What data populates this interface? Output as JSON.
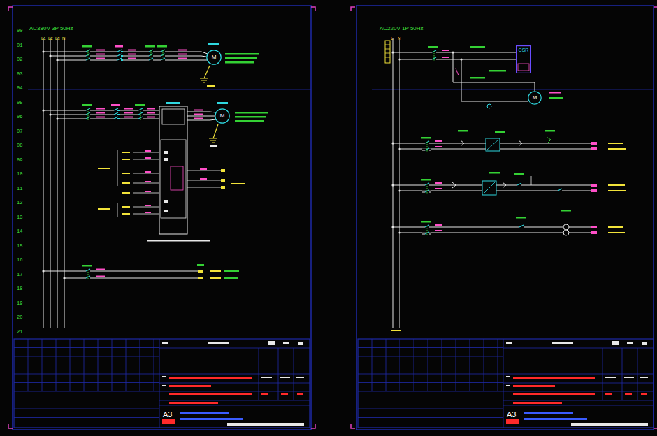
{
  "diagram": {
    "nodes": [
      {
        "text": [
          "M"
        ]
      },
      {
        "text": [
          "M"
        ]
      },
      {
        "text": [
          "CSR"
        ]
      },
      {
        "text": [
          "M"
        ]
      }
    ],
    "labels": [
      "AC380V 3P 50Hz",
      "00",
      "01",
      "02",
      "03",
      "04",
      "05",
      "06",
      "07",
      "08",
      "09",
      "10",
      "11",
      "12",
      "13",
      "14",
      "15",
      "16",
      "17",
      "18",
      "19",
      "20",
      "21",
      "L1",
      "L2",
      "L3",
      "N",
      "AC220V 1P 50Hz",
      "L",
      "N",
      "A3",
      "A3"
    ]
  }
}
